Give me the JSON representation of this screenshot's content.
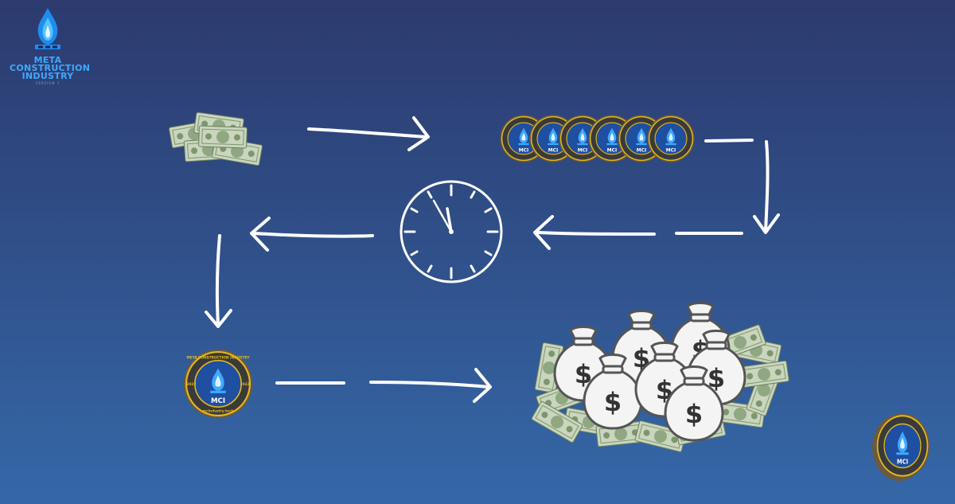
{
  "logo": {
    "line1": "META",
    "line2": "CONSTRUCTION",
    "line3": "INDUSTRY",
    "version": "VERSION 1"
  },
  "coin": {
    "center_label": "MCI",
    "ring_top": "META CONSTRUCTION INDUSTRY",
    "ring_bottom": "mcindustry.tech",
    "year": "2022"
  },
  "bag_symbol": "$",
  "colors": {
    "background_top": "#2c3a6e",
    "background_bottom": "#3568a8",
    "arrow": "#ffffff",
    "coin_ring": "#e3b81e",
    "coin_face": "#1f4fa0",
    "logo_text": "#3fa8ff",
    "cash": "#8fa882"
  },
  "icons": [
    "flame-logo-icon",
    "cash-stack-icon",
    "mci-coin-icon",
    "clock-icon",
    "money-bag-icon",
    "arrow-icon"
  ]
}
